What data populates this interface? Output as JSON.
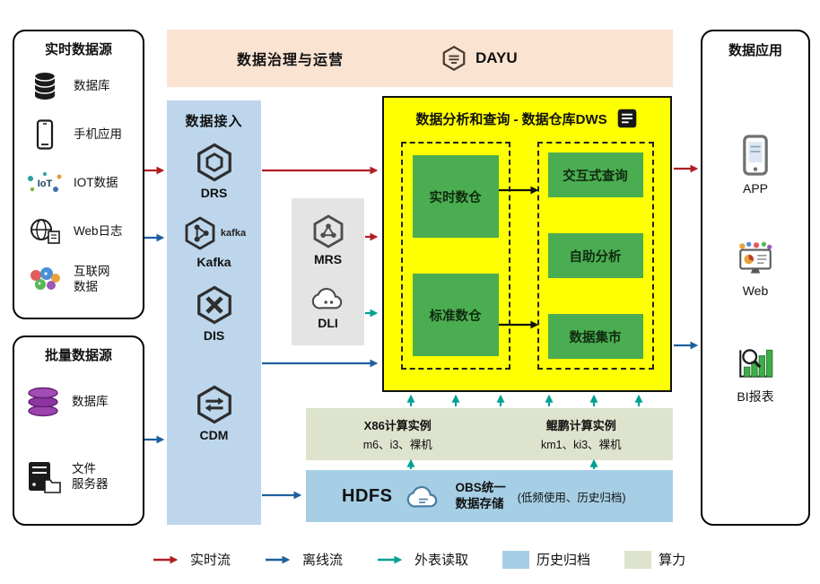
{
  "governance": {
    "title": "数据治理与运营",
    "product": "DAYU"
  },
  "realtime_sources": {
    "title": "实时数据源",
    "items": [
      {
        "label": "数据库"
      },
      {
        "label": "手机应用"
      },
      {
        "label": "IOT数据"
      },
      {
        "label": "Web日志"
      },
      {
        "label": "互联网",
        "label2": "数据"
      }
    ]
  },
  "batch_sources": {
    "title": "批量数据源",
    "items": [
      {
        "label": "数据库"
      },
      {
        "label": "文件",
        "label2": "服务器"
      }
    ]
  },
  "ingestion": {
    "title": "数据接入",
    "services": [
      {
        "label": "DRS"
      },
      {
        "label": "Kafka",
        "logo_text": "kafka"
      },
      {
        "label": "DIS"
      },
      {
        "label": "CDM"
      }
    ]
  },
  "processing": {
    "services": [
      {
        "label": "MRS"
      },
      {
        "label": "DLI"
      }
    ]
  },
  "dws": {
    "title": "数据分析和查询 - 数据仓库DWS",
    "warehouses": [
      {
        "label": "实时数仓"
      },
      {
        "label": "标准数仓"
      }
    ],
    "services": [
      {
        "label": "交互式查询"
      },
      {
        "label": "自助分析"
      },
      {
        "label": "数据集市"
      }
    ]
  },
  "compute": {
    "x86": {
      "title": "X86计算实例",
      "detail": "m6、i3、裸机"
    },
    "kunpeng": {
      "title": "鲲鹏计算实例",
      "detail": "km1、ki3、裸机"
    }
  },
  "storage": {
    "hdfs": "HDFS",
    "obs_line1": "OBS统一",
    "obs_line2": "数据存储",
    "note": "(低频使用、历史归档)"
  },
  "applications": {
    "title": "数据应用",
    "items": [
      {
        "label": "APP"
      },
      {
        "label": "Web"
      },
      {
        "label": "BI报表"
      }
    ]
  },
  "legend": {
    "realtime": "实时流",
    "offline": "离线流",
    "external": "外表读取",
    "archive": "历史归档",
    "compute": "算力"
  },
  "colors": {
    "realtime_arrow": "#b01e23",
    "offline_arrow": "#1e5f9e",
    "external_arrow": "#00a093",
    "archive_fill": "#a6cfe5",
    "compute_fill": "#dde3cc",
    "dws_fill": "#feff00",
    "warehouse_green": "#4bad51",
    "ingestion_fill": "#bdd6ec",
    "governance_fill": "#fbe3d2"
  }
}
